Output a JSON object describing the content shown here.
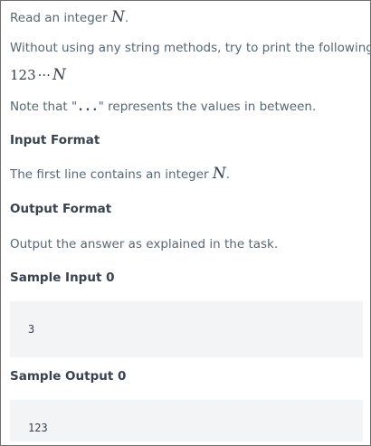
{
  "problem": {
    "intro_text": "Read an integer ",
    "intro_var": "N",
    "intro_end": ".",
    "instruction": "Without using any string methods, try to print the following:",
    "formula_digits": "123",
    "formula_dots": "···",
    "formula_var": "N",
    "note_prefix": "Note that \"",
    "note_dots": "...",
    "note_suffix": "\" represents the values in between."
  },
  "input_format": {
    "heading": "Input Format",
    "text_prefix": "The first line contains an integer ",
    "text_var": "N",
    "text_suffix": "."
  },
  "output_format": {
    "heading": "Output Format",
    "text": "Output the answer as explained in the task."
  },
  "sample_input": {
    "heading": "Sample Input 0",
    "code": "3"
  },
  "sample_output": {
    "heading": "Sample Output 0",
    "code": "123"
  }
}
